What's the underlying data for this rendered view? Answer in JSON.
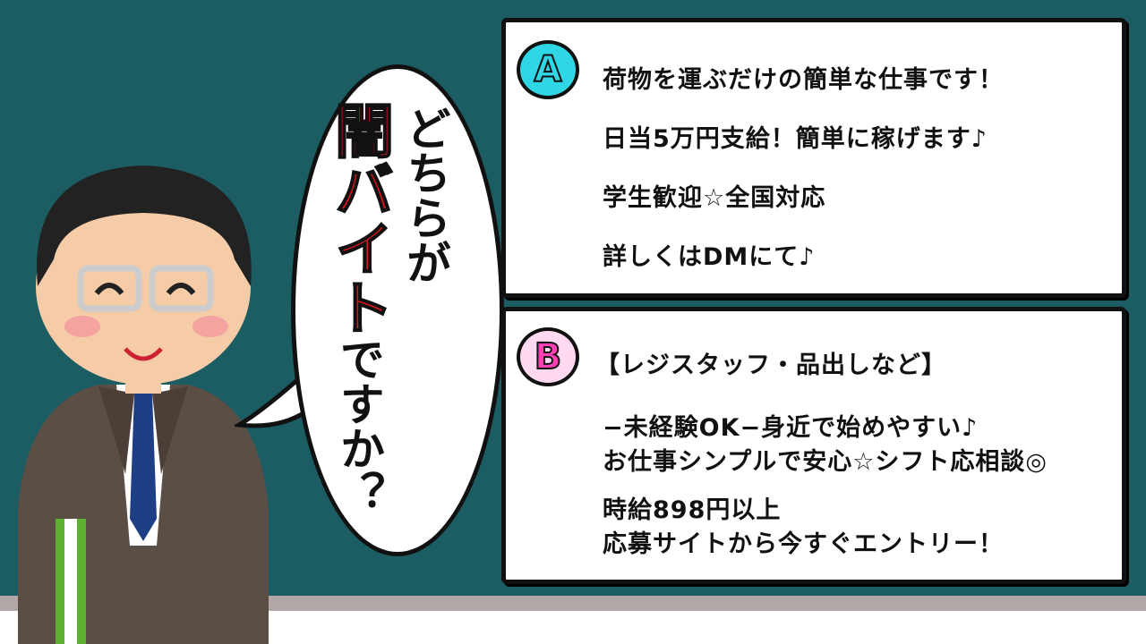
{
  "question": {
    "line1": "どちらが",
    "highlight": "闇バイト",
    "line2_rest": "ですか？"
  },
  "card_a": {
    "badge": "A",
    "lines": [
      "荷物を運ぶだけの簡単な仕事です！",
      "日当5万円支給！簡単に稼げます♪",
      "学生歓迎☆全国対応",
      "詳しくはDMにて♪"
    ]
  },
  "card_b": {
    "badge": "B",
    "lines": [
      "【レジスタッフ・品出しなど】",
      "−未経験OK−身近で始めやすい♪",
      "お仕事シンプルで安心☆シフト応相談◎",
      "時給898円以上",
      "応募サイトから今すぐエントリー！"
    ]
  },
  "colors": {
    "board": "#1b5d63",
    "badge_a": "#2fd6e6",
    "badge_b": "#ff3fb4",
    "highlight": "#e3141b"
  }
}
